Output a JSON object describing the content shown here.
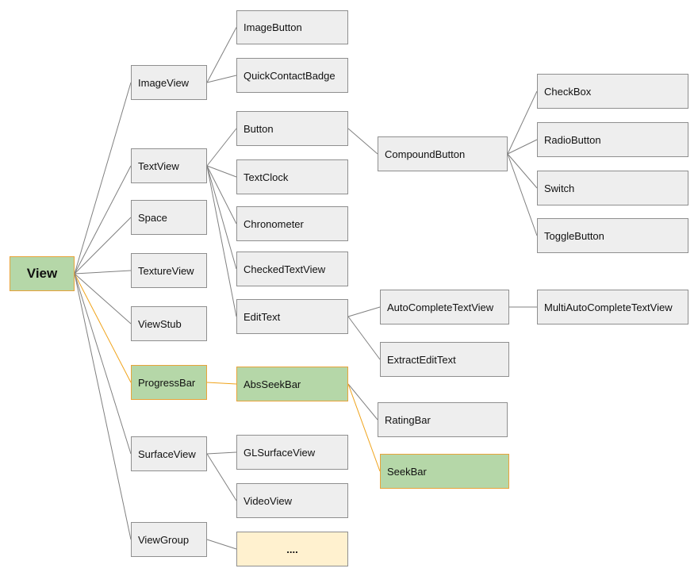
{
  "colors": {
    "node_fill": "#eeeeee",
    "node_border": "#8f8f8f",
    "highlight_fill": "#b5d7a8",
    "highlight_border": "#e8a33a",
    "highlight_edge": "#f0a31a",
    "edge": "#808080",
    "placeholder_fill": "#fff1cf"
  },
  "nodes": {
    "view": "View",
    "imageview": "ImageView",
    "textview": "TextView",
    "space": "Space",
    "textureview": "TextureView",
    "viewstub": "ViewStub",
    "progressbar": "ProgressBar",
    "surfaceview": "SurfaceView",
    "viewgroup": "ViewGroup",
    "imagebutton": "ImageButton",
    "quickcontactbadge": "QuickContactBadge",
    "button": "Button",
    "textclock": "TextClock",
    "chronometer": "Chronometer",
    "checkedtextview": "CheckedTextView",
    "edittext": "EditText",
    "absseekbar": "AbsSeekBar",
    "glsurfaceview": "GLSurfaceView",
    "videoview": "VideoView",
    "more": "....",
    "compoundbutton": "CompoundButton",
    "autocompletetextview": "AutoCompleteTextView",
    "extractedittext": "ExtractEditText",
    "ratingbar": "RatingBar",
    "seekbar": "SeekBar",
    "checkbox": "CheckBox",
    "radiobutton": "RadioButton",
    "switch": "Switch",
    "togglebutton": "ToggleButton",
    "multiautocompletetextview": "MultiAutoCompleteTextView"
  },
  "edges": [
    {
      "from": "view",
      "to": "imageview",
      "highlight": false
    },
    {
      "from": "view",
      "to": "textview",
      "highlight": false
    },
    {
      "from": "view",
      "to": "space",
      "highlight": false
    },
    {
      "from": "view",
      "to": "textureview",
      "highlight": false
    },
    {
      "from": "view",
      "to": "viewstub",
      "highlight": false
    },
    {
      "from": "view",
      "to": "progressbar",
      "highlight": true
    },
    {
      "from": "view",
      "to": "surfaceview",
      "highlight": false
    },
    {
      "from": "view",
      "to": "viewgroup",
      "highlight": false
    },
    {
      "from": "imageview",
      "to": "imagebutton",
      "highlight": false
    },
    {
      "from": "imageview",
      "to": "quickcontactbadge",
      "highlight": false
    },
    {
      "from": "textview",
      "to": "button",
      "highlight": false
    },
    {
      "from": "textview",
      "to": "textclock",
      "highlight": false
    },
    {
      "from": "textview",
      "to": "chronometer",
      "highlight": false
    },
    {
      "from": "textview",
      "to": "checkedtextview",
      "highlight": false
    },
    {
      "from": "textview",
      "to": "edittext",
      "highlight": false
    },
    {
      "from": "progressbar",
      "to": "absseekbar",
      "highlight": true
    },
    {
      "from": "surfaceview",
      "to": "glsurfaceview",
      "highlight": false
    },
    {
      "from": "surfaceview",
      "to": "videoview",
      "highlight": false
    },
    {
      "from": "viewgroup",
      "to": "more",
      "highlight": false
    },
    {
      "from": "button",
      "to": "compoundbutton",
      "highlight": false
    },
    {
      "from": "edittext",
      "to": "autocompletetextview",
      "highlight": false
    },
    {
      "from": "edittext",
      "to": "extractedittext",
      "highlight": false
    },
    {
      "from": "absseekbar",
      "to": "ratingbar",
      "highlight": false
    },
    {
      "from": "absseekbar",
      "to": "seekbar",
      "highlight": true
    },
    {
      "from": "compoundbutton",
      "to": "checkbox",
      "highlight": false
    },
    {
      "from": "compoundbutton",
      "to": "radiobutton",
      "highlight": false
    },
    {
      "from": "compoundbutton",
      "to": "switch",
      "highlight": false
    },
    {
      "from": "compoundbutton",
      "to": "togglebutton",
      "highlight": false
    },
    {
      "from": "autocompletetextview",
      "to": "multiautocompletetextview",
      "highlight": false
    }
  ]
}
